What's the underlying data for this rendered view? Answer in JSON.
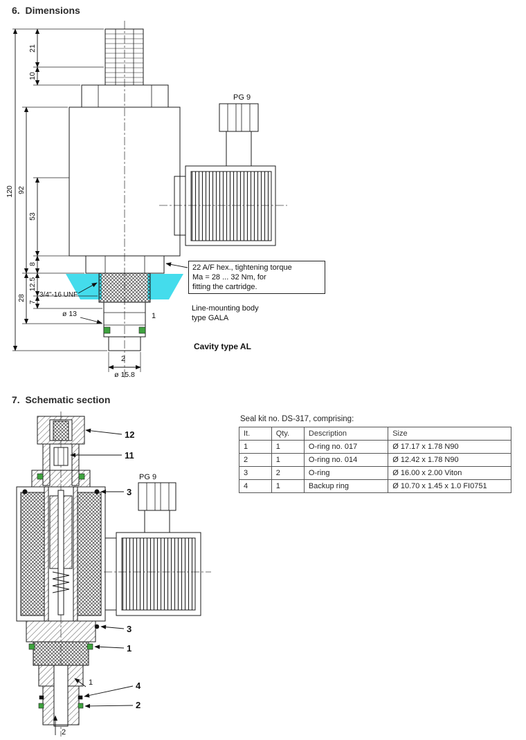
{
  "colors": {
    "cyan": "#44DCEC",
    "green": "#3FA33F"
  },
  "sections": {
    "dimensions_title": "6.  Dimensions",
    "schematic_title": "7.  Schematic section"
  },
  "dims": {
    "d120": "120",
    "d92": "92",
    "d53": "53",
    "d21": "21",
    "d10": "10",
    "d8": "8",
    "d12_5": "12.5",
    "d28": "28",
    "d7": "7",
    "thread": "3/4\"-16 UNF",
    "dia13": "ø 13",
    "dia15_8": "ø 15.8",
    "port1": "1",
    "port2": "2",
    "pg9": "PG 9"
  },
  "notes": {
    "torque1": "22 A/F hex., tightening torque",
    "torque2": "Ma = 28 ... 32 Nm, for",
    "torque3": "fitting the cartridge.",
    "body1": "Line-mounting body",
    "body2": "type GALA",
    "cavity": "Cavity type AL"
  },
  "schematic": {
    "pg9": "PG 9",
    "i12": "12",
    "i11": "11",
    "i3a": "3",
    "i3b": "3",
    "i1": "1",
    "i4": "4",
    "i2": "2",
    "p1": "1",
    "p2": "2"
  },
  "seal_kit": {
    "caption": "Seal kit no. DS-317, comprising:",
    "headers": [
      "It.",
      "Qty.",
      "Description",
      "Size"
    ],
    "rows": [
      [
        "1",
        "1",
        "O-ring no. 017",
        "Ø 17.17 x 1.78 N90"
      ],
      [
        "2",
        "1",
        "O-ring no. 014",
        "Ø 12.42 x 1.78 N90"
      ],
      [
        "3",
        "2",
        "O-ring",
        "Ø 16.00 x 2.00 Viton"
      ],
      [
        "4",
        "1",
        "Backup ring",
        "Ø 10.70 x 1.45 x 1.0 FI0751"
      ]
    ]
  }
}
